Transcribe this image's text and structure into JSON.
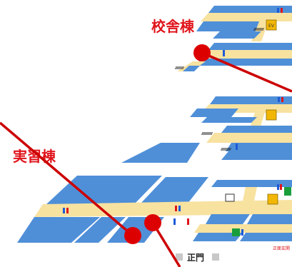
{
  "buildings": {
    "school": {
      "label": "校舎棟"
    },
    "training": {
      "label": "実習棟"
    }
  },
  "gate": {
    "label": "正門"
  },
  "entrance": {
    "label": "正面玄関"
  },
  "elevator": {
    "label": "EV"
  },
  "colors": {
    "floor": "#4f8fd8",
    "corridor": "#f8e2a0",
    "route": "#d40000",
    "label": "#e0141c",
    "ev": "#f2b705"
  },
  "icons": [
    "restroom-icon",
    "elevator-icon",
    "wheelchair-icon",
    "stairs-icon",
    "route-marker-icon"
  ]
}
